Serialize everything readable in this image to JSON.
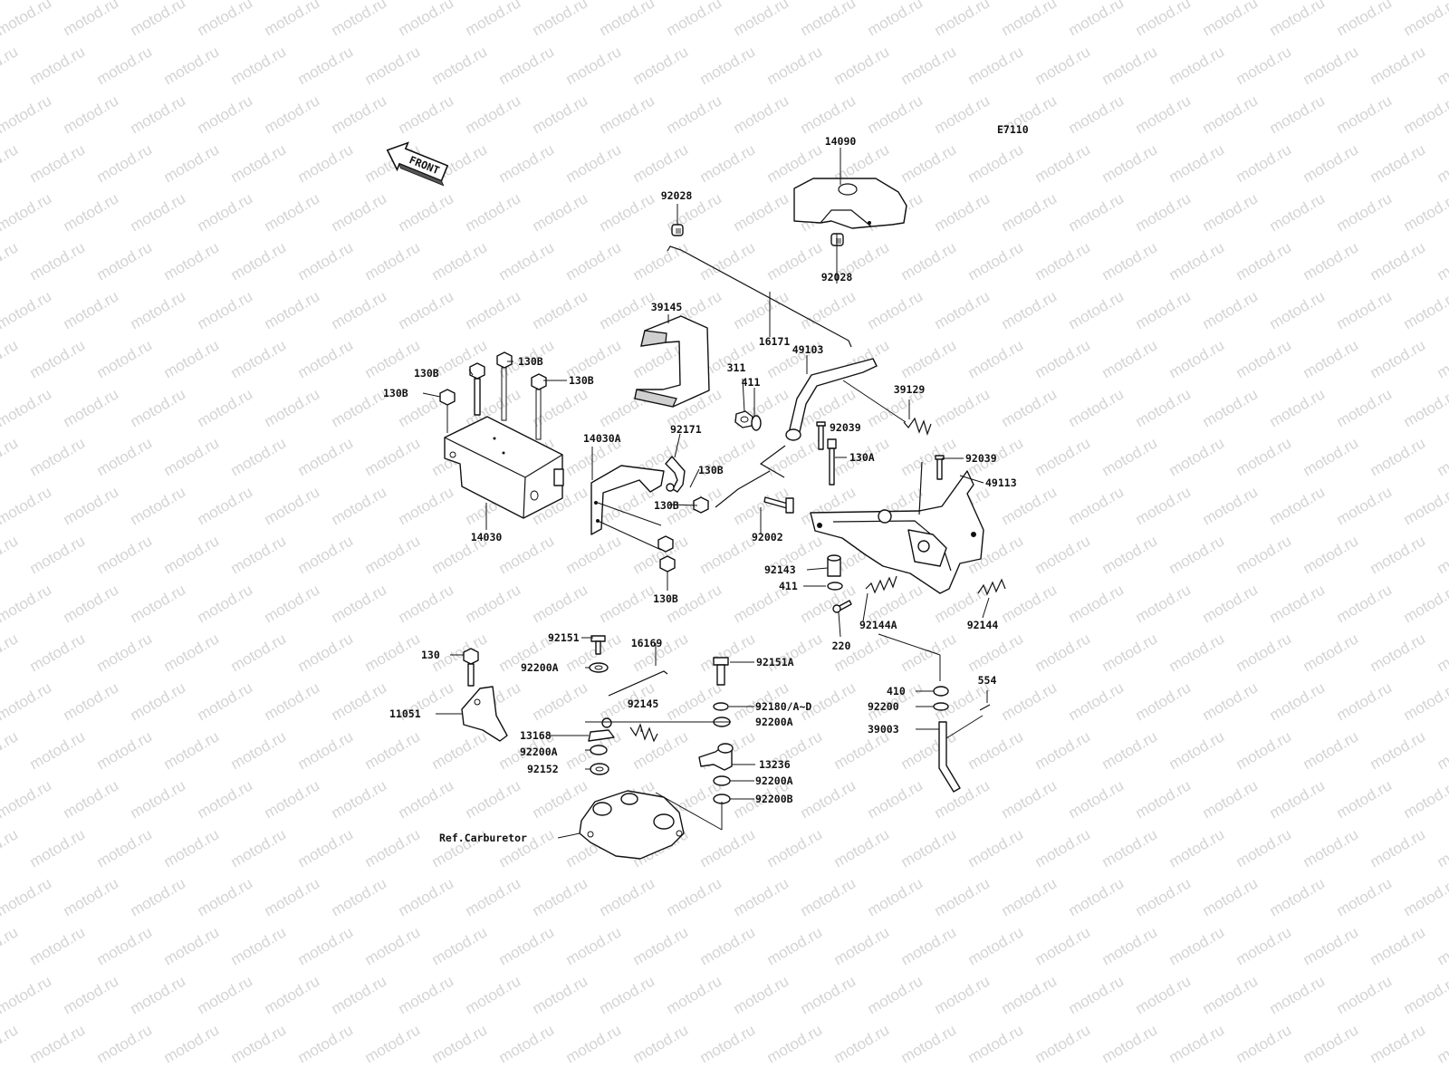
{
  "diagram_code": "E7110",
  "front_label": "FRONT",
  "watermark": "motod.ru",
  "reference_label": "Ref.Carburetor",
  "callouts": [
    {
      "id": "c01",
      "text": "14090"
    },
    {
      "id": "c02",
      "text": "92028"
    },
    {
      "id": "c03",
      "text": "92028"
    },
    {
      "id": "c04",
      "text": "39145"
    },
    {
      "id": "c05",
      "text": "16171"
    },
    {
      "id": "c06",
      "text": "49103"
    },
    {
      "id": "c07",
      "text": "130B"
    },
    {
      "id": "c08",
      "text": "130B"
    },
    {
      "id": "c09",
      "text": "130B"
    },
    {
      "id": "c10",
      "text": "130B"
    },
    {
      "id": "c11",
      "text": "311"
    },
    {
      "id": "c12",
      "text": "411"
    },
    {
      "id": "c13",
      "text": "39129"
    },
    {
      "id": "c14",
      "text": "92039"
    },
    {
      "id": "c15",
      "text": "130A"
    },
    {
      "id": "c16",
      "text": "92039"
    },
    {
      "id": "c17",
      "text": "49113"
    },
    {
      "id": "c18",
      "text": "14030A"
    },
    {
      "id": "c19",
      "text": "92171"
    },
    {
      "id": "c20",
      "text": "130B"
    },
    {
      "id": "c21",
      "text": "130B"
    },
    {
      "id": "c22",
      "text": "14030"
    },
    {
      "id": "c23",
      "text": "92002"
    },
    {
      "id": "c24",
      "text": "92143"
    },
    {
      "id": "c25",
      "text": "411"
    },
    {
      "id": "c26",
      "text": "130B"
    },
    {
      "id": "c27",
      "text": "92144A"
    },
    {
      "id": "c28",
      "text": "92144"
    },
    {
      "id": "c29",
      "text": "220"
    },
    {
      "id": "c30",
      "text": "92151"
    },
    {
      "id": "c31",
      "text": "16169"
    },
    {
      "id": "c32",
      "text": "130"
    },
    {
      "id": "c33",
      "text": "92200A"
    },
    {
      "id": "c34",
      "text": "92151A"
    },
    {
      "id": "c35",
      "text": "92145"
    },
    {
      "id": "c36",
      "text": "92180/A~D"
    },
    {
      "id": "c37",
      "text": "11051"
    },
    {
      "id": "c38",
      "text": "92200A"
    },
    {
      "id": "c39",
      "text": "13168"
    },
    {
      "id": "c40",
      "text": "92200A"
    },
    {
      "id": "c41",
      "text": "13236"
    },
    {
      "id": "c42",
      "text": "92152"
    },
    {
      "id": "c43",
      "text": "92200A"
    },
    {
      "id": "c44",
      "text": "92200B"
    },
    {
      "id": "c45",
      "text": "410"
    },
    {
      "id": "c46",
      "text": "554"
    },
    {
      "id": "c47",
      "text": "92200"
    },
    {
      "id": "c48",
      "text": "39003"
    }
  ]
}
